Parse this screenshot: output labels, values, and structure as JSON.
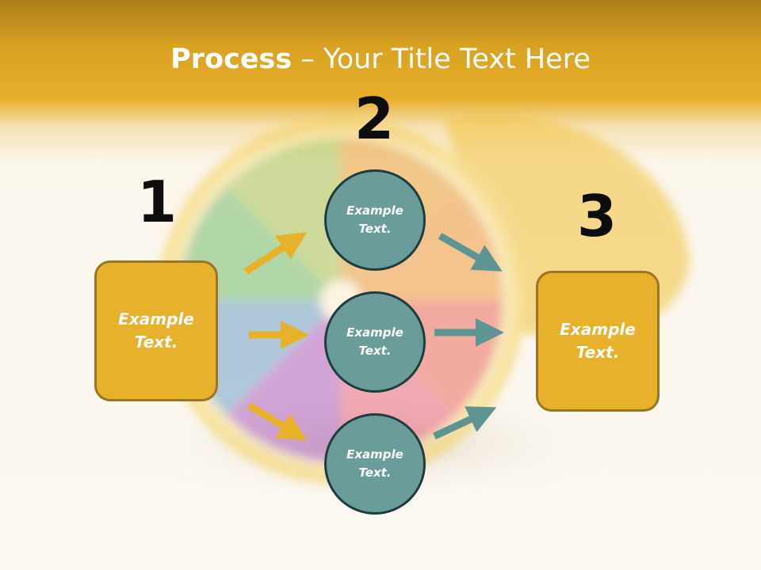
{
  "title": {
    "strong": "Process",
    "rest": " – Your Title Text Here"
  },
  "numbers": {
    "step1": "1",
    "step2": "2",
    "step3": "3"
  },
  "boxes": {
    "left": "Example\nText.",
    "right": "Example\nText."
  },
  "circles": {
    "top": "Example\nText.",
    "middle": "Example\nText.",
    "bottom": "Example\nText."
  },
  "colors": {
    "header_gold": "#e7af2a",
    "box_fill": "#e8b12c",
    "circle_fill": "#6a9c9a",
    "arrow_gold": "#e8b12c",
    "arrow_teal": "#5e9593"
  }
}
